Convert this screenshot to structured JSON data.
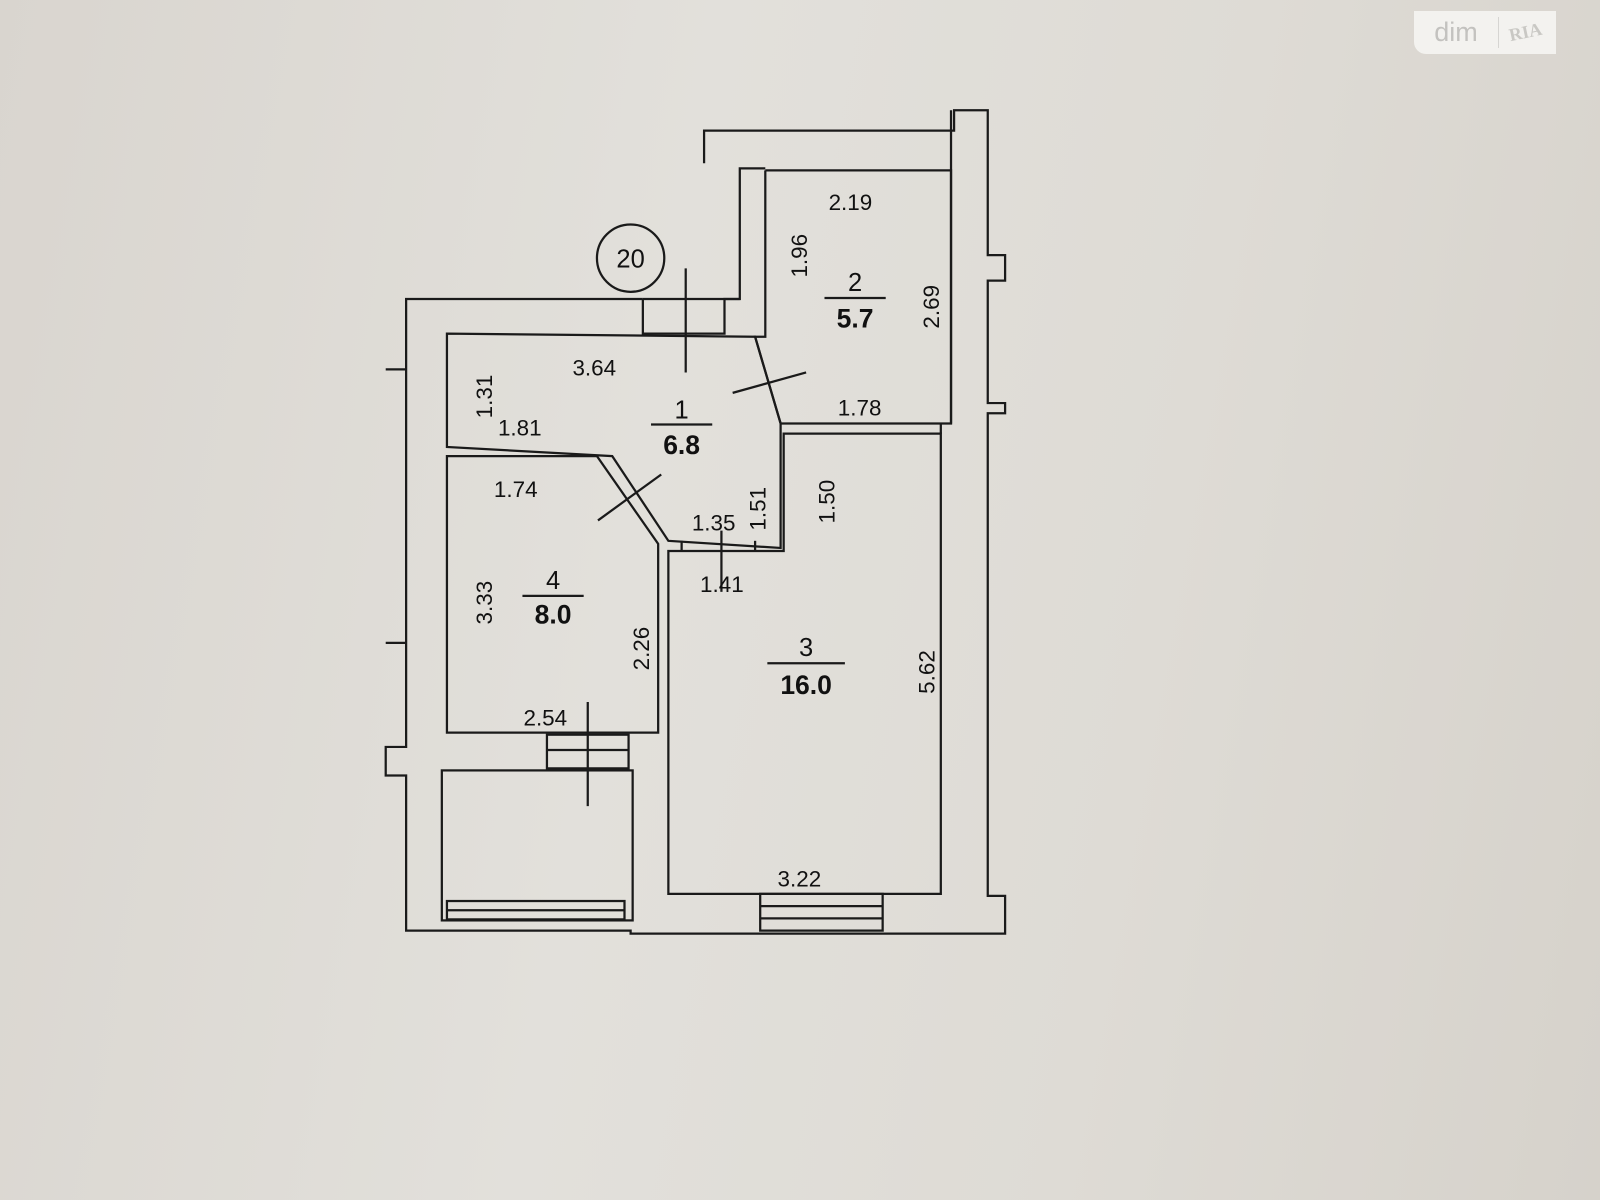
{
  "watermark": {
    "left": "dim",
    "right": "RIA"
  },
  "apartment_number": "20",
  "rooms": [
    {
      "number": "1",
      "area": "6.8"
    },
    {
      "number": "2",
      "area": "5.7"
    },
    {
      "number": "3",
      "area": "16.0"
    },
    {
      "number": "4",
      "area": "8.0"
    }
  ],
  "dimensions": {
    "r1_top": "3.64",
    "r1_left": "1.31",
    "r1_bottom_left": "1.81",
    "r1_right": "1.51",
    "r1_bottom": "1.35",
    "r2_top": "2.19",
    "r2_left": "1.96",
    "r2_right": "2.69",
    "r2_bottom": "1.78",
    "r3_top_left": "1.50",
    "r3_top": "1.41",
    "r3_right": "5.62",
    "r3_bottom": "3.22",
    "r4_top": "1.74",
    "r4_left": "3.33",
    "r4_right": "2.26",
    "r4_bottom": "2.54"
  }
}
